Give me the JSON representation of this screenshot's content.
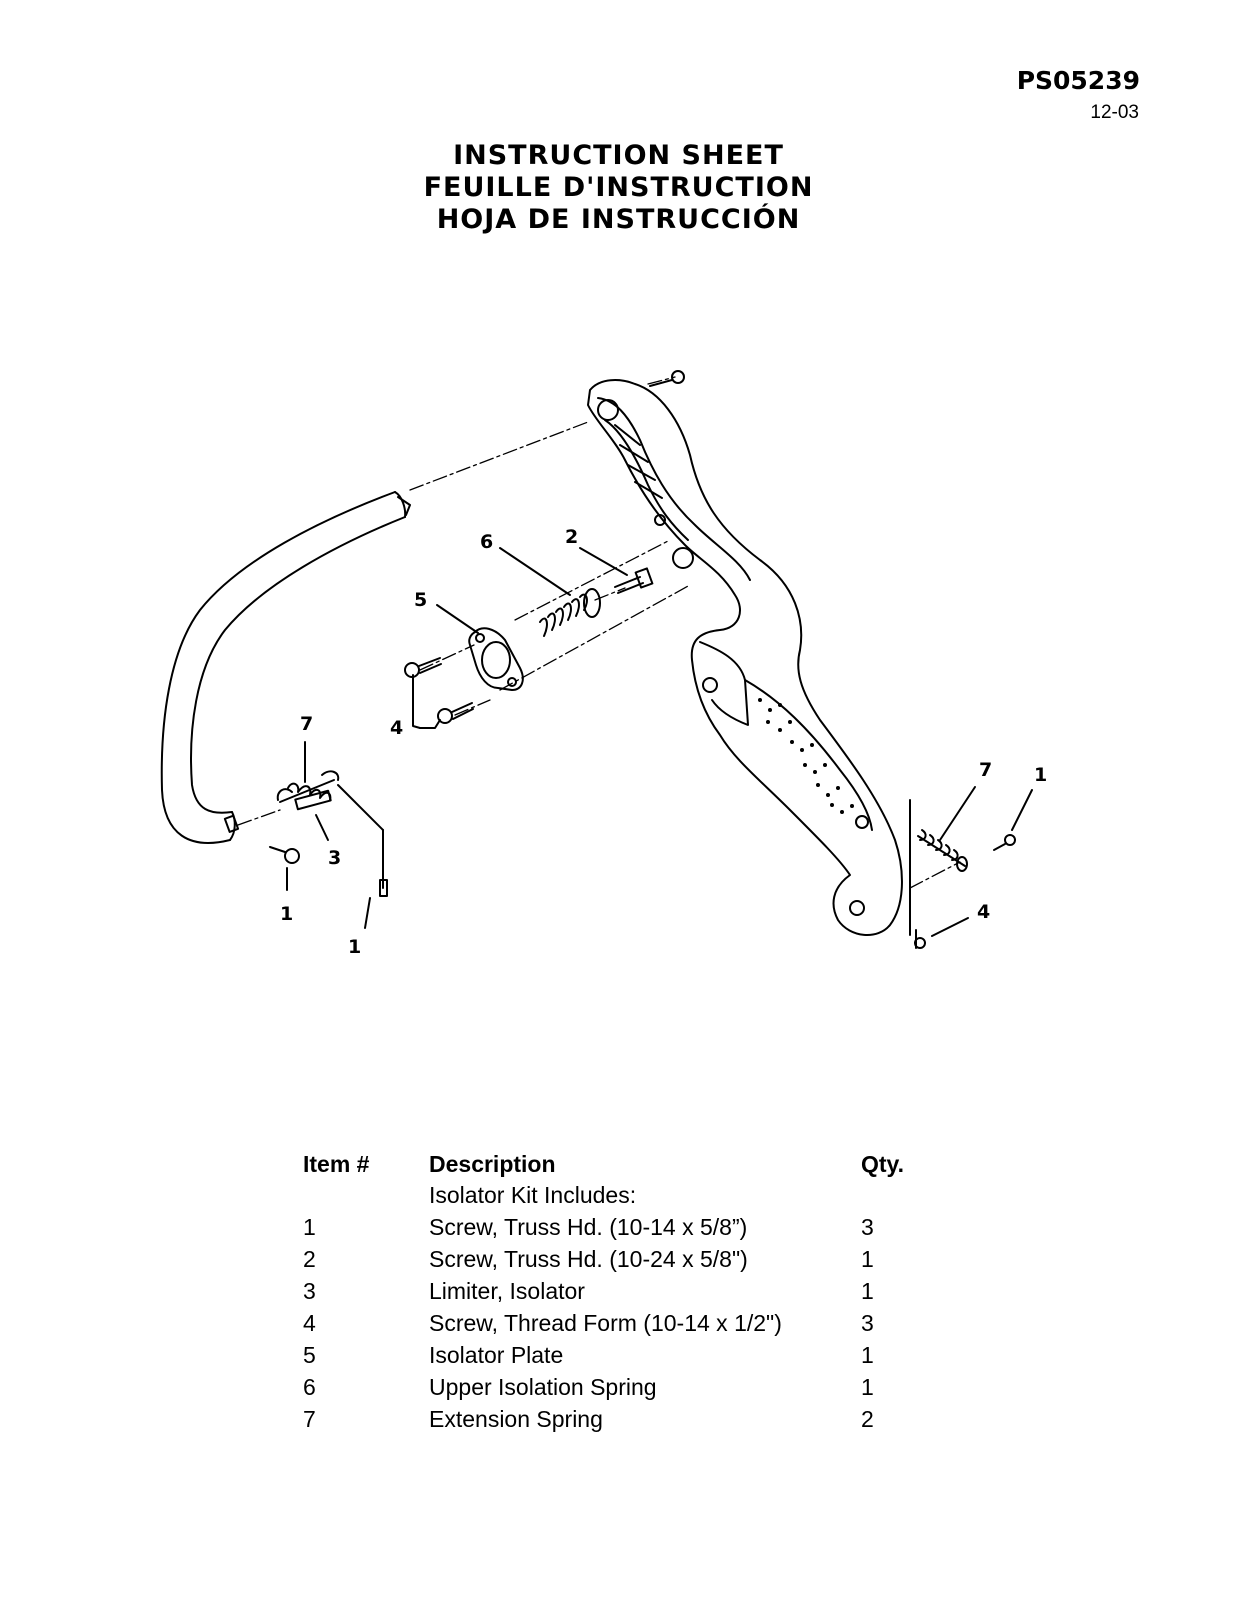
{
  "header": {
    "doc_number": "PS05239",
    "doc_date": "12-03"
  },
  "titles": [
    "INSTRUCTION SHEET",
    "FEUILLE D'INSTRUCTION",
    "HOJA DE INSTRUCCIÓN"
  ],
  "diagram": {
    "callouts": {
      "label_7_left": "7",
      "label_3": "3",
      "label_1_left": "1",
      "label_1_mid": "1",
      "label_5": "5",
      "label_4_left": "4",
      "label_6": "6",
      "label_2": "2",
      "label_7_right": "7",
      "label_1_right": "1",
      "label_4_right": "4"
    }
  },
  "parts_table": {
    "headers": {
      "item": "Item #",
      "description": "Description",
      "qty": "Qty."
    },
    "kit_note": "Isolator Kit Includes:",
    "rows": [
      {
        "item": "1",
        "description": "Screw, Truss Hd. (10-14 x 5/8”)",
        "qty": "3"
      },
      {
        "item": "2",
        "description": "Screw, Truss Hd. (10-24 x 5/8\")",
        "qty": "1"
      },
      {
        "item": "3",
        "description": "Limiter, Isolator",
        "qty": "1"
      },
      {
        "item": "4",
        "description": "Screw, Thread Form (10-14 x 1/2\")",
        "qty": "3"
      },
      {
        "item": "5",
        "description": "Isolator Plate",
        "qty": "1"
      },
      {
        "item": "6",
        "description": "Upper Isolation Spring",
        "qty": "1"
      },
      {
        "item": "7",
        "description": "Extension Spring",
        "qty": "2"
      }
    ]
  }
}
